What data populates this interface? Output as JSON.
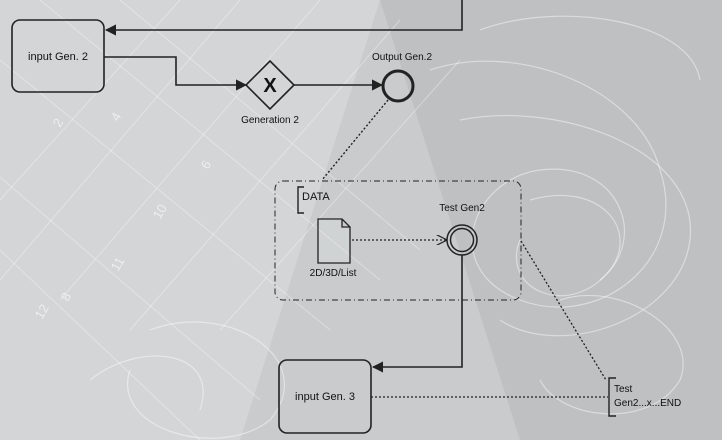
{
  "background": {
    "colors": {
      "base": "#c9cbcc",
      "light": "#dcdedf",
      "dark": "#a9acae"
    },
    "ruler_numbers": [
      "2",
      "4",
      "6",
      "8",
      "10",
      "11",
      "12"
    ]
  },
  "diagram": {
    "stroke_color": "#222222",
    "tasks": {
      "input_gen2": {
        "label": "input Gen. 2"
      },
      "input_gen3": {
        "label": "input Gen. 3"
      }
    },
    "gateway": {
      "label": "Generation 2",
      "marker": "X",
      "icon": "exclusive-gateway-icon"
    },
    "events": {
      "output_gen2": {
        "label": "Output Gen.2",
        "icon": "end-event-icon"
      },
      "test_gen2": {
        "label": "Test Gen2",
        "icon": "intermediate-event-icon"
      }
    },
    "group": {
      "annotation": "DATA"
    },
    "data_object": {
      "label": "2D/3D/List",
      "icon": "document-icon"
    },
    "end_annotation": {
      "line1": "Test",
      "line2": "Gen2...x...END"
    }
  }
}
